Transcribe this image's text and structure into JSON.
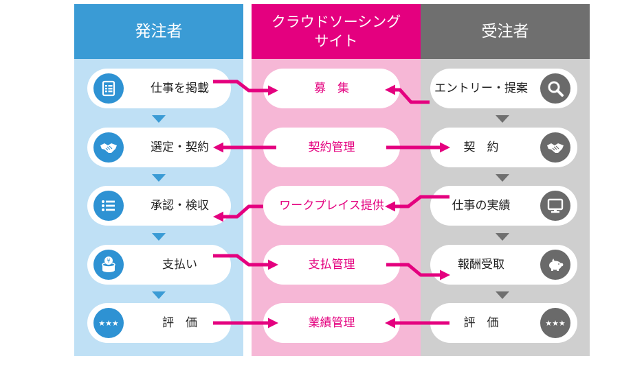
{
  "columns": {
    "client": {
      "title": "発注者"
    },
    "site": {
      "title_line1": "クラウドソーシング",
      "title_line2": "サイト"
    },
    "contractor": {
      "title": "受注者"
    }
  },
  "client_steps": [
    {
      "label": "仕事を掲載",
      "icon": "list-document-icon"
    },
    {
      "label": "選定・契約",
      "icon": "handshake-icon"
    },
    {
      "label": "承認・検収",
      "icon": "checklist-icon"
    },
    {
      "label": "支払い",
      "icon": "yen-coins-icon"
    },
    {
      "label": "評　価",
      "icon": "stars-icon"
    }
  ],
  "site_steps": [
    {
      "label": "募　集"
    },
    {
      "label": "契約管理"
    },
    {
      "label": "ワークプレイス提供"
    },
    {
      "label": "支払管理"
    },
    {
      "label": "業績管理"
    }
  ],
  "contractor_steps": [
    {
      "label": "エントリー・提案",
      "icon": "search-icon"
    },
    {
      "label": "契　約",
      "icon": "handshake-icon"
    },
    {
      "label": "仕事の実績",
      "icon": "monitor-icon"
    },
    {
      "label": "報酬受取",
      "icon": "piggy-bank-icon"
    },
    {
      "label": "評　価",
      "icon": "stars-icon"
    }
  ],
  "colors": {
    "client_header": "#3a9bd5",
    "client_body": "#bfe0f5",
    "site_header": "#e4007f",
    "site_body": "#f6b7d6",
    "contractor_header": "#6f6f6f",
    "contractor_body": "#cfcfcf",
    "arrow": "#e4007f"
  }
}
